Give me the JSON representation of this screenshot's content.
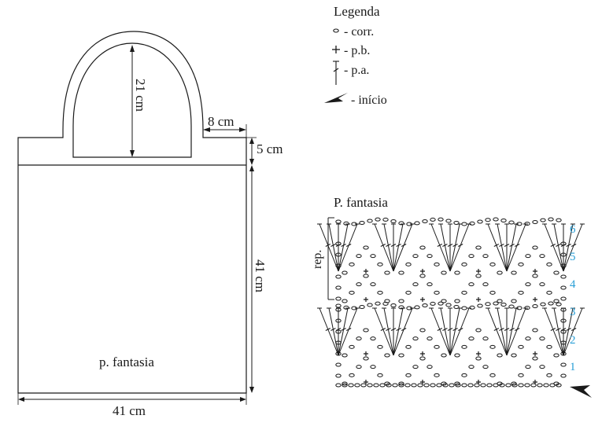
{
  "bag": {
    "handle_height": "21 cm",
    "handle_width": "8 cm",
    "band_height": "5 cm",
    "body_height": "41 cm",
    "body_width": "41 cm",
    "stitch_label": "p. fantasia"
  },
  "legend": {
    "title": "Legenda",
    "items": [
      {
        "symbol": "chain",
        "label": "- corr."
      },
      {
        "symbol": "single-crochet",
        "label": "- p.b."
      },
      {
        "symbol": "double-crochet",
        "label": "- p.a."
      },
      {
        "symbol": "start-arrow",
        "label": "- início"
      }
    ]
  },
  "chart": {
    "title": "P. fantasia",
    "repeat_label": "rep.",
    "row_numbers": [
      "1",
      "2",
      "3",
      "4",
      "5",
      "6"
    ],
    "row_number_color": "#2a9fd6"
  }
}
